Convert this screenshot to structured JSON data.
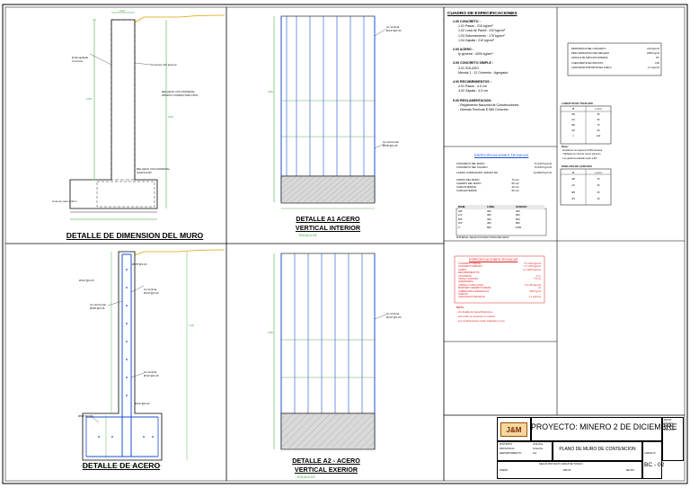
{
  "sheet": {
    "panel_titles": {
      "dim": "DETALLE  DE DIMENSION DEL MURO",
      "a1_line1": "DETALLE A1 ACERO",
      "a1_line2": "VERTICAL INTERIOR",
      "acero": "DETALLE  DE ACERO",
      "a2_line1": "DETALLE A2 - ACERO",
      "a2_line2": "VERTICAL EXERIOR"
    },
    "scale_note": "ESCALA      1/5"
  },
  "specs": {
    "title": "CUADRO DE ESPECIFICACIONES",
    "concreto_title": "1.00 CONCRETO :",
    "concreto_rows": [
      "1.01  Pasos             : 210 kg/cm²",
      "1.02  Losa de Pared    : 210 kg/cm²",
      "1.03  Sobrecimiento    : 175 kg/cm²",
      "1.04  Zapata            : 210 kg/cm²"
    ],
    "acero_title": "2.00 ACERO :",
    "acero_row": "fy general :  4200 kg/cm²",
    "simple_title": "3.00 CONCRETO SIMPLE :",
    "simple_rows": [
      "3.01 SOLADO",
      "       Mezcla  1 : 12  Cemento : Agregado"
    ],
    "recub_title": "4.00 RECUBRIMIENTOS :",
    "recub_rows": [
      "4.01  Pasos        : 4.0 cm",
      "4.02  Zapata      : 4.0 cm"
    ],
    "regl_title": "5.00 REGLAMENTACION :",
    "regl_rows": [
      "- Reglamento Nacional de Construcciones",
      "- Normas Tecnicas E.060 Concreto"
    ]
  },
  "specs_proyecto": {
    "title": "ESPECIFICACIONES  TECNICAS",
    "rows": [
      [
        "CONCRETO DEL MURO",
        "f'c=210 Kg/cm2"
      ],
      [
        "CONCRETO DEL SOLADO",
        "f'c=100 Kg/cm2"
      ],
      [
        "ACERO CORRUGADO (GRADO 60)",
        "fy=4200 Kg/cm2"
      ],
      [
        "ZAPATA DEL MURO",
        "75 mm"
      ],
      [
        "CUERPO DEL MURO",
        "50 mm"
      ],
      [
        "CARA INTERIOR",
        "40 mm"
      ],
      [
        "CARA EXTERIOR",
        "50 mm"
      ]
    ],
    "table_headers": [
      "DIAM.",
      "LONG.",
      "GANCHO"
    ],
    "table_rows": [
      [
        "3/8\"",
        "300",
        "400"
      ],
      [
        "1/2\"",
        "300",
        "500"
      ],
      [
        "5/8\"",
        "400",
        "600"
      ],
      [
        "3/4\"",
        "400",
        "800"
      ],
      [
        "1\"",
        "600",
        "1000"
      ]
    ],
    "footnote": "MATERIAL SELECCIONADO PARA RELLENO"
  },
  "tecnicas": {
    "title": "ESPECIFICACIONES TECNICAS",
    "rows": [
      [
        "CONCRETO SIMPLE",
        "f'c= 100 Kg/cm2"
      ],
      [
        "CONCRETO ARMADO",
        "f'c= 210 Kg/cm2"
      ],
      [
        "ACERO",
        "fy= 4200 Kg/cm2"
      ],
      [
        "RECUBRIMIENTOS",
        ""
      ],
      [
        "COLUMNAS",
        "4 cm"
      ],
      [
        "VIGAS Y ZAPATAS",
        "7.5 cm"
      ],
      [
        "ALBAÑILERIA",
        ""
      ],
      [
        "LADRILLO KING KONG",
        "f'm= 35 Kg/cm2"
      ],
      [
        "MORTERO CEMENTO ARENA",
        "1:4"
      ],
      [
        "SOBRECARGA ESPECIFICA",
        "200 Kg/m2"
      ],
      [
        "SUELOS",
        ""
      ],
      [
        "CAPACIDAD PORTANTE",
        "1.1 Kg/cm2"
      ]
    ],
    "notes_title": "NOTA:",
    "notes": [
      "- Ver detalle de especificaciones",
      "- Las cotas se expresan en metros",
      "- Los recubrimientos estan indicados en cm"
    ]
  },
  "right_col": {
    "top_rows": [
      [
        "RESISTENCIA DEL CONCRETO",
        "210 Kg/cm2"
      ],
      [
        "PESO ESPECIFICO DEL RELLENO",
        "1800 Kg/m3"
      ],
      [
        "ANGULO DE FRICCION INTERNA",
        "30°"
      ],
      [
        "COEFICIENTE DE FRICCION",
        "0.50"
      ],
      [
        "CAPACIDAD PORTANTE DEL SUELO",
        "1.1 Kg/cm2"
      ]
    ],
    "table1": {
      "title": "LONGITUD DE TRASLAPE",
      "header": [
        "Ø",
        "L (cm)"
      ],
      "rows": [
        [
          "3/8",
          "45"
        ],
        [
          "1/2",
          "60"
        ],
        [
          "5/8",
          "75"
        ],
        [
          "3/4",
          "90"
        ],
        [
          "1",
          "120"
        ]
      ]
    },
    "table1_notes": [
      "- Empalmes no mayores al 50% del area",
      "- Traslapes en zona de menor esfuerzo",
      "- Los ganchos estandar seran a 90°"
    ],
    "notes_label": "Notas:",
    "table2": {
      "title": "DOBLADO DE GANCHOS",
      "header": [
        "Ø",
        "L (cm)"
      ],
      "rows": [
        [
          "3/8",
          "15"
        ],
        [
          "1/2",
          "20"
        ],
        [
          "5/8",
          "25"
        ],
        [
          "3/4",
          "30"
        ]
      ]
    }
  },
  "title_block": {
    "logo": "J&M",
    "project": "PROYECTO: MINERO 2 DE DICIEMBRE",
    "plan": "PLANO DE MURO DE CONTENCION",
    "left_labels": [
      "DISTRITO",
      "PROVINCIA",
      "DEPARTAMENTO"
    ],
    "left_values": [
      "Chincha",
      "Chincha",
      "Ica"
    ],
    "fecha_label": "FECHA:",
    "fecha_value": "DIC 2021",
    "escala_label": "ESCALA:",
    "escala_value": "INDICADA",
    "lamina_label": "LAMINA N°",
    "sheet_no": "BC - 02",
    "footer": "SEGUN PROYECTO ARQUITECTONICO",
    "sub_labels": [
      "DISEÑO",
      "DIBUJO",
      "REVISO"
    ]
  },
  "drawing_labels": {
    "dim_labels": [
      "Emboquillado Concreto",
      "Concreto 210 kg/cm2",
      "RELLENO CON MATERIAL PROPIO COMPACTADO 95%",
      "RELLENO CON MATERIAL GRANULAR",
      "Cota de corte 0.00 m"
    ],
    "acero_labels": [
      "Ø3/8\"@0.20",
      "Ø1/2\"@0.25",
      "Ø1/2\"@0.20",
      "Ø5/8\"@0.20",
      "As Vertical Ø1/2\"@0.20",
      "As Horizontal Ø3/8\"@0.25"
    ],
    "dims": [
      "2.50",
      "3.00",
      "0.30",
      "0.60",
      "1.20",
      "2.80"
    ]
  }
}
